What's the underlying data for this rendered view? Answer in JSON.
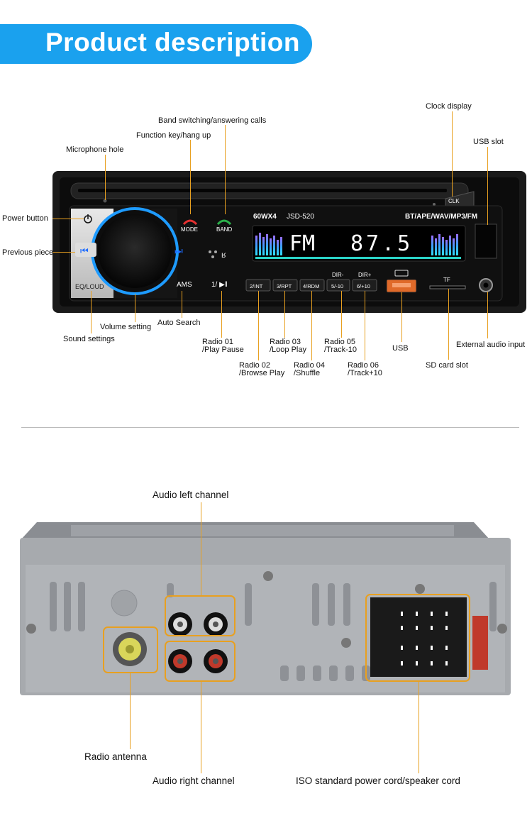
{
  "title": "Product description",
  "front": {
    "model_power": "60WX4",
    "model_name": "JSD-520",
    "formats": "BT/APE/WAV/MP3/FM",
    "display_band": "FM",
    "display_freq": "87.5",
    "btn_clk": "CLK",
    "btn_mode": "MODE",
    "btn_band": "BAND",
    "btn_eq": "EQ/LOUD",
    "btn_ams": "AMS",
    "btn_play": "1/ ▶‖",
    "presets": [
      "2/INT",
      "3/RPT",
      "4/RDM",
      "5/-10",
      "6/+10"
    ],
    "dir_minus": "DIR-",
    "dir_plus": "DIR+",
    "tf": "TF"
  },
  "labels": {
    "band_switch": "Band switching/answering calls",
    "function_key": "Function key/hang up",
    "microphone": "Microphone hole",
    "power_button": "Power button",
    "previous_piece": "Previous piece",
    "clock_display": "Clock display",
    "usb_slot": "USB slot",
    "eq_settings": "Sound settings",
    "volume": "Volume setting",
    "auto_search": "Auto Search",
    "radio01": [
      "Radio 01",
      "/Play Pause"
    ],
    "radio02": [
      "Radio 02",
      "/Browse Play"
    ],
    "radio03": [
      "Radio 03",
      "/Loop Play"
    ],
    "radio04": [
      "Radio 04",
      "/Shuffle"
    ],
    "radio05": [
      "Radio 05",
      "/Track-10"
    ],
    "radio06": [
      "Radio 06",
      "/Track+10"
    ],
    "usb": "USB",
    "sd_slot": "SD card slot",
    "ext_audio": "External audio input"
  },
  "back_labels": {
    "audio_left": "Audio left channel",
    "radio_antenna": "Radio antenna",
    "audio_right": "Audio right channel",
    "iso_cord": "ISO standard power cord/speaker cord"
  },
  "colors": {
    "accent": "#1aa1ee",
    "callout": "#e8a020",
    "ring": "#1e9bff"
  }
}
